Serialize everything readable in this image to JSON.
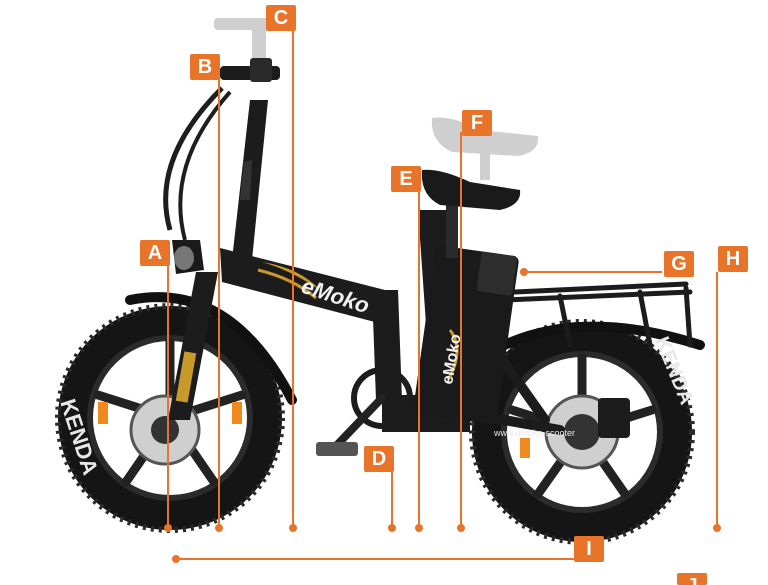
{
  "labels": {
    "a": "A",
    "b": "B",
    "c": "C",
    "d": "D",
    "e": "E",
    "f": "F",
    "g": "G",
    "h": "H",
    "i": "I",
    "j": "J"
  },
  "branding": {
    "frame_logo": "eMoko",
    "battery_logo": "eMoko",
    "tire_brand": "KENDA",
    "website": "www.emoko-scooter"
  },
  "colors": {
    "accent": "#e8742a",
    "frame": "#1c1c1c",
    "tire": "#151515",
    "rim_insert": "#f08a1e",
    "gold_stripe": "#c89a2c"
  },
  "icons": {
    "bike": "folding-fat-tire-ebike-side-view"
  }
}
